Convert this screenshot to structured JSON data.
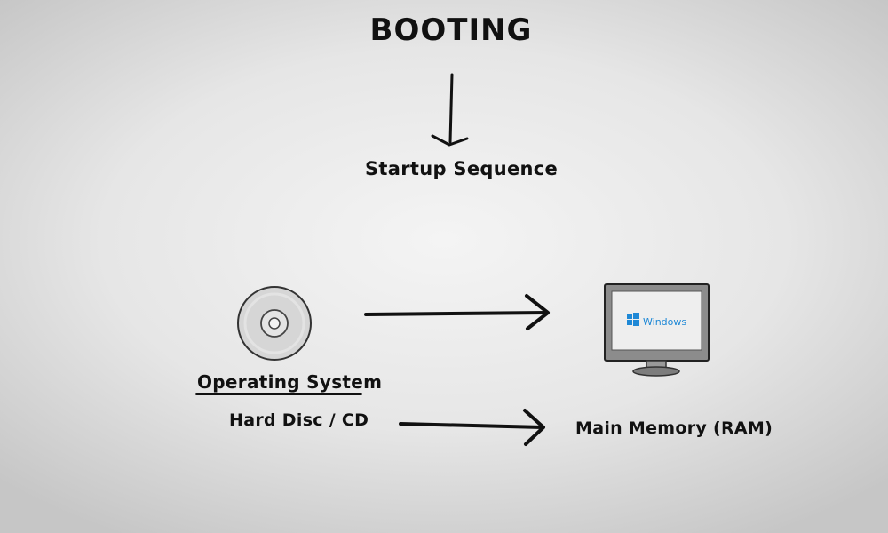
{
  "diagram": {
    "title": "BOOTING",
    "startup_label": "Startup Sequence",
    "os_label": "Operating System",
    "storage_label": "Hard Disc / CD",
    "memory_label": "Main Memory (RAM)",
    "monitor_screen_text": "Windows"
  },
  "colors": {
    "ink": "#111111",
    "disc_fill": "#d6d6d6",
    "monitor_frame": "#8c8c8c",
    "monitor_screen": "#eeeeee",
    "windows_blue": "#1e88d6"
  },
  "icons": {
    "disc": "cd-disc-icon",
    "monitor": "monitor-icon",
    "windows_logo": "windows-logo-icon"
  }
}
